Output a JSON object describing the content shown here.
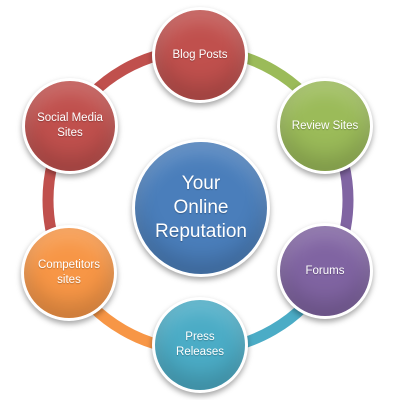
{
  "diagram": {
    "center": {
      "label": "Your\nOnline\nReputation",
      "color": "#4a7ebb"
    },
    "nodes": [
      {
        "label": "Blog Posts",
        "color": "#c0504d"
      },
      {
        "label": "Review Sites",
        "color": "#9bbb59"
      },
      {
        "label": "Forums",
        "color": "#8064a2"
      },
      {
        "label": "Press\nReleases",
        "color": "#4bacc6"
      },
      {
        "label": "Competitors\nsites",
        "color": "#f79646"
      },
      {
        "label": "Social Media\nSites",
        "color": "#c0504d"
      }
    ]
  }
}
